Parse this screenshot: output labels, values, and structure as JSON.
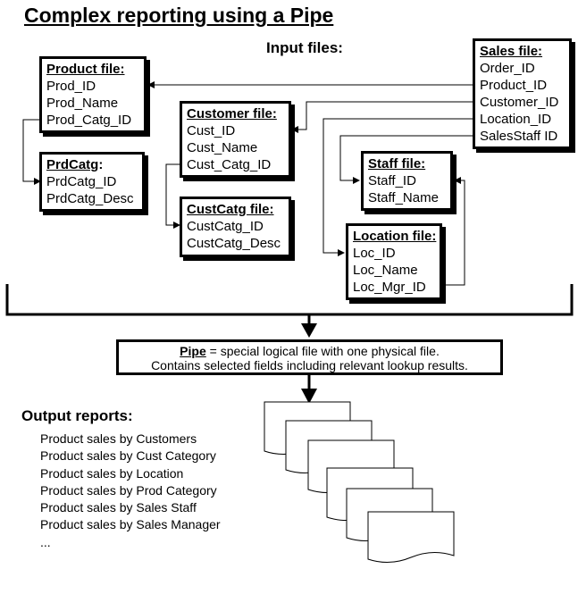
{
  "title": "Complex reporting using a Pipe",
  "input_files_label": "Input files:",
  "files": {
    "product": {
      "header": "Product file:",
      "fields": [
        "Prod_ID",
        "Prod_Name",
        "Prod_Catg_ID"
      ]
    },
    "prdcatg": {
      "header": "PrdCatg",
      "header_suffix": ":",
      "fields": [
        "PrdCatg_ID",
        "PrdCatg_Desc"
      ]
    },
    "customer": {
      "header": "Customer file:",
      "fields": [
        "Cust_ID",
        "Cust_Name",
        "Cust_Catg_ID"
      ]
    },
    "custcatg": {
      "header": "CustCatg file:",
      "fields": [
        "CustCatg_ID",
        "CustCatg_Desc"
      ]
    },
    "sales": {
      "header": "Sales file:",
      "fields": [
        "Order_ID",
        "Product_ID",
        "Customer_ID",
        "Location_ID",
        "SalesStaff ID"
      ]
    },
    "staff": {
      "header": "Staff file:",
      "fields": [
        "Staff_ID",
        "Staff_Name"
      ]
    },
    "location": {
      "header": "Location file:",
      "fields": [
        "Loc_ID",
        "Loc_Name",
        "Loc_Mgr_ID"
      ]
    }
  },
  "pipe": {
    "keyword": "Pipe",
    "line1_rest": " = special logical file with one physical file.",
    "line2": "Contains selected fields including relevant lookup results."
  },
  "output": {
    "title": "Output reports:",
    "items": [
      "Product sales by Customers",
      "Product sales by Cust Category",
      "Product sales by Location",
      "Product sales by Prod Category",
      "Product sales by Sales Staff",
      "Product sales by Sales Manager",
      "..."
    ]
  }
}
